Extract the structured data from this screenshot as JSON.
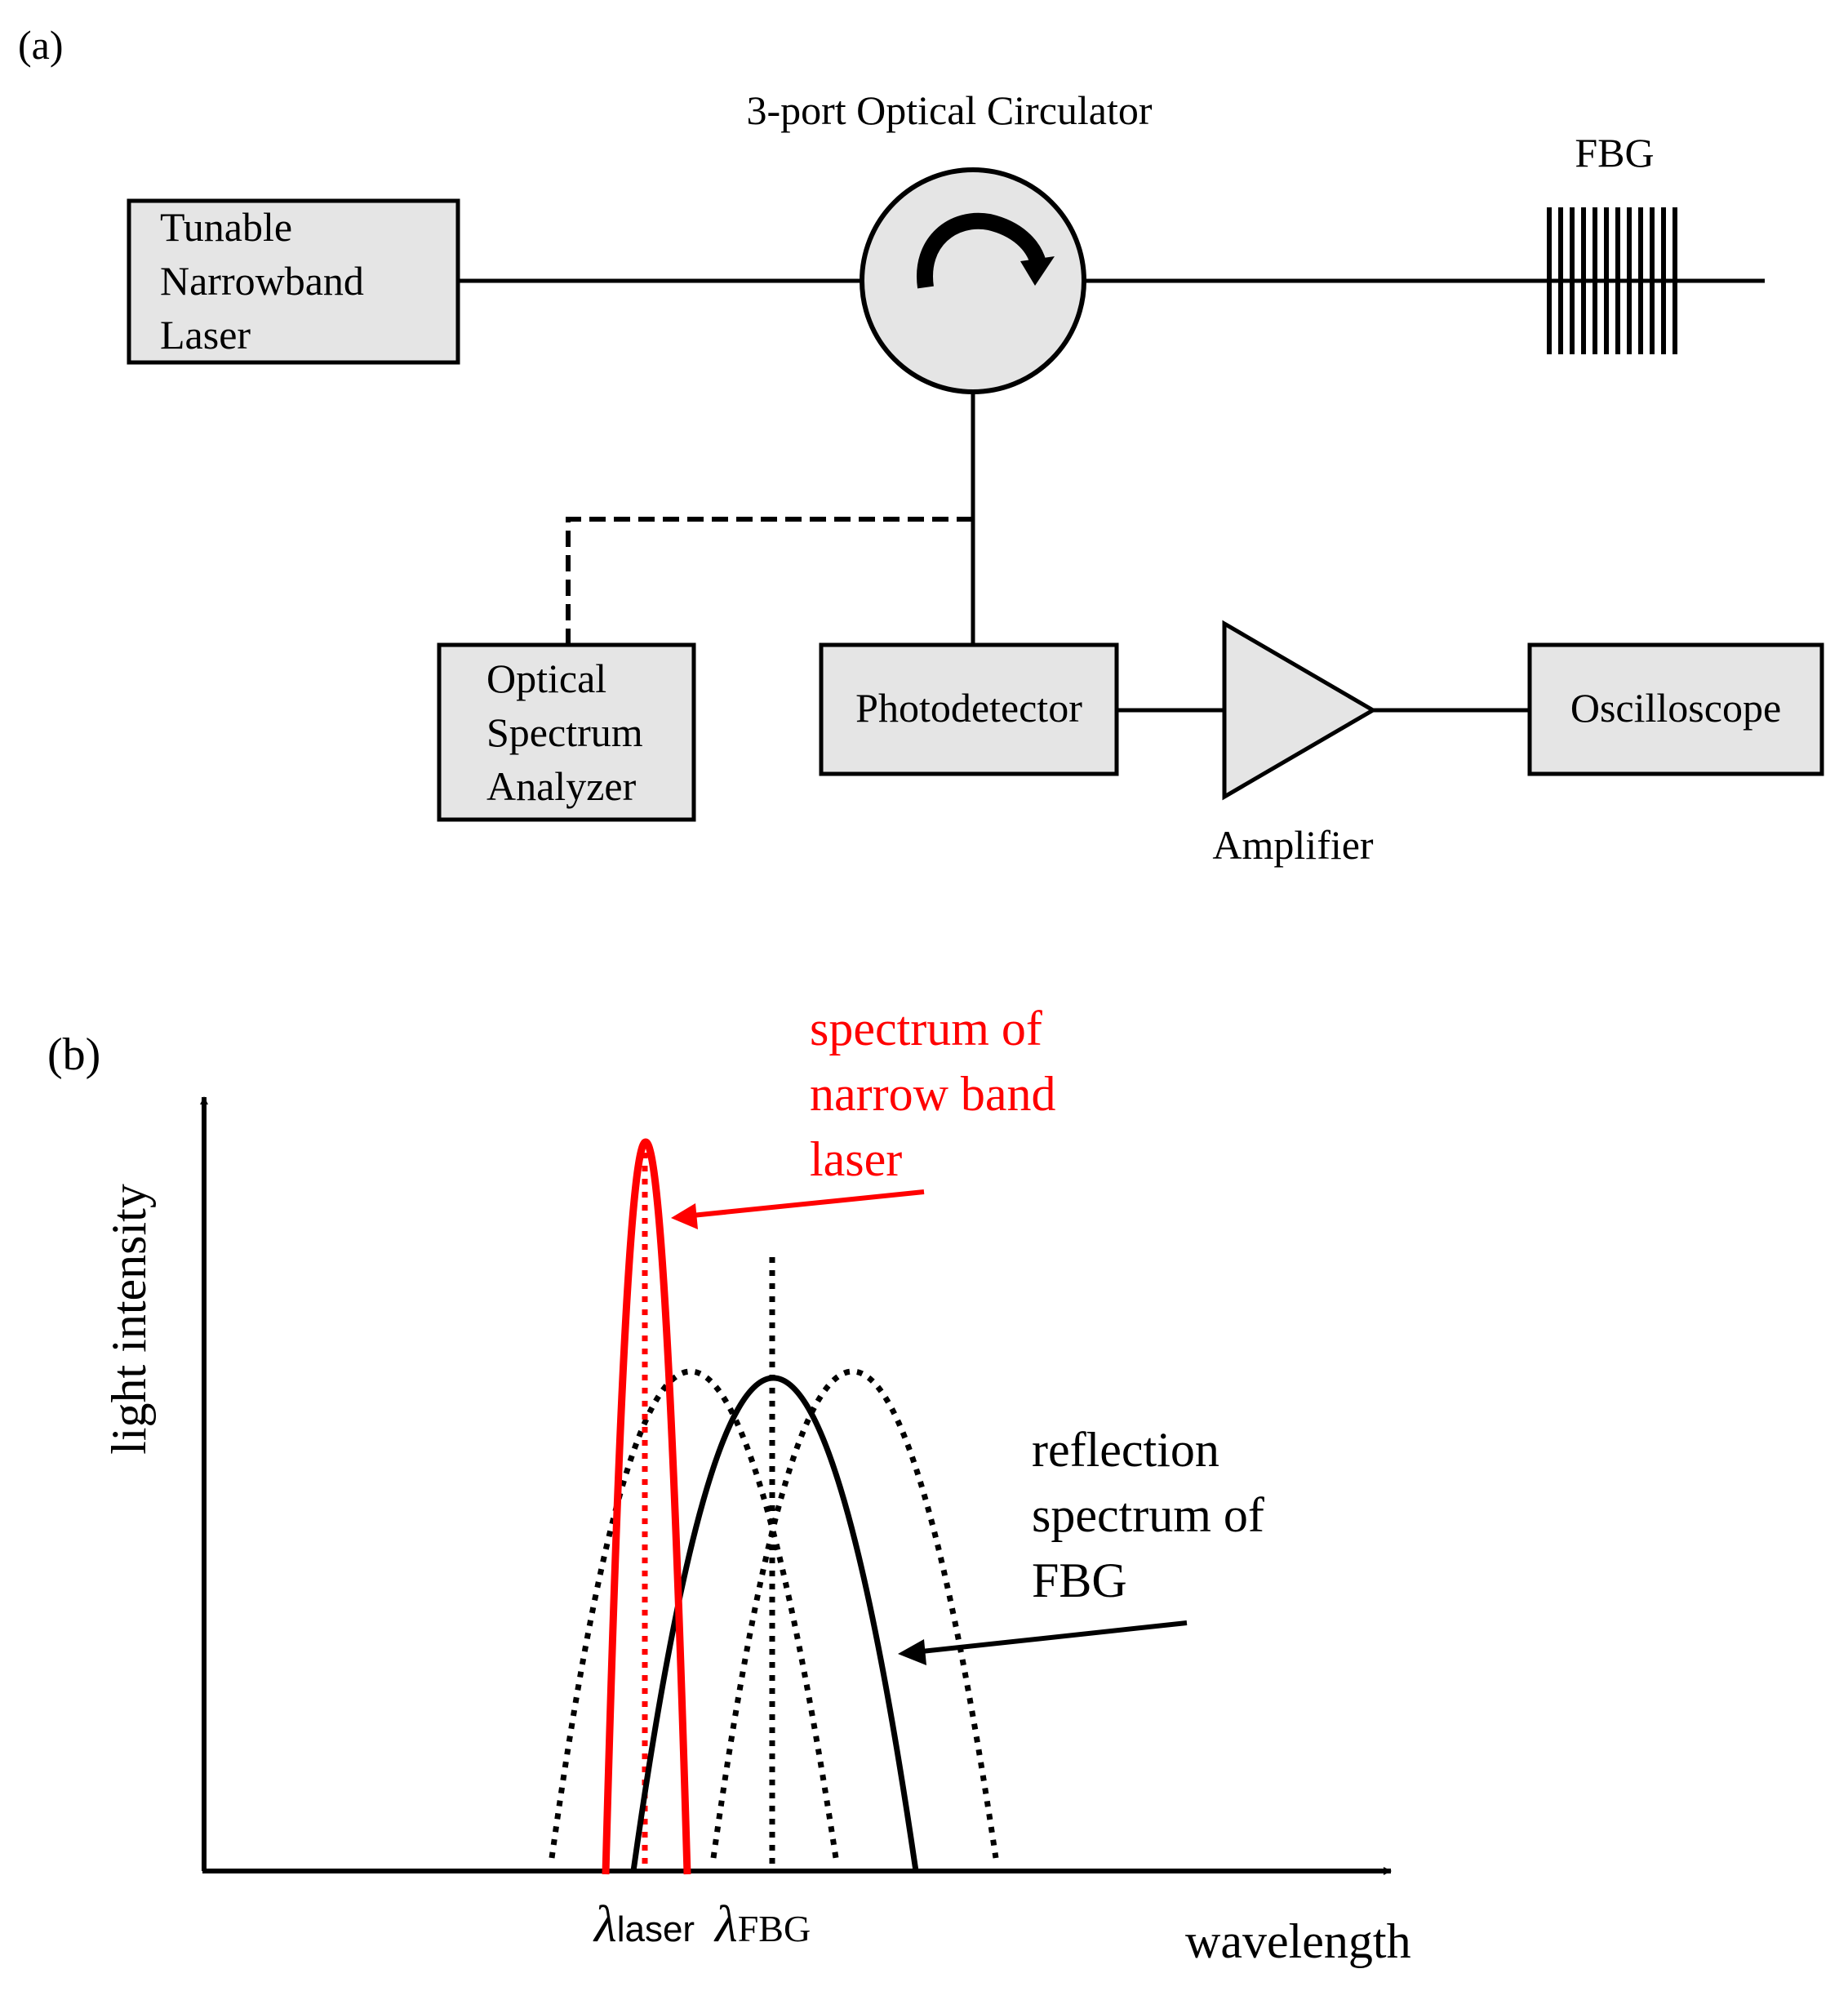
{
  "panel_a": {
    "label": "(a)",
    "circulator_label": "3-port Optical Circulator",
    "fbg_label": "FBG",
    "laser_box": {
      "lines": [
        "Tunable",
        "Narrowband",
        "Laser"
      ]
    },
    "osa_box": {
      "lines": [
        "Optical",
        "Spectrum",
        "Analyzer"
      ]
    },
    "photodetector_label": "Photodetector",
    "amplifier_label": "Amplifier",
    "oscilloscope_label": "Oscilloscope"
  },
  "panel_b": {
    "label": "(b)",
    "y_axis_label": "light intensity",
    "x_axis_label": "wavelength",
    "laser_annotation": [
      "spectrum of",
      "narrow band",
      "laser"
    ],
    "fbg_annotation": [
      "reflection",
      "spectrum of",
      "FBG"
    ],
    "lambda_laser": {
      "symbol": "λ",
      "subscript": "laser"
    },
    "lambda_fbg": {
      "symbol": "λ",
      "subscript": "FBG"
    },
    "colors": {
      "laser": "#ff0000",
      "fbg": "#000000",
      "shifted_fbg": "#000000"
    }
  }
}
